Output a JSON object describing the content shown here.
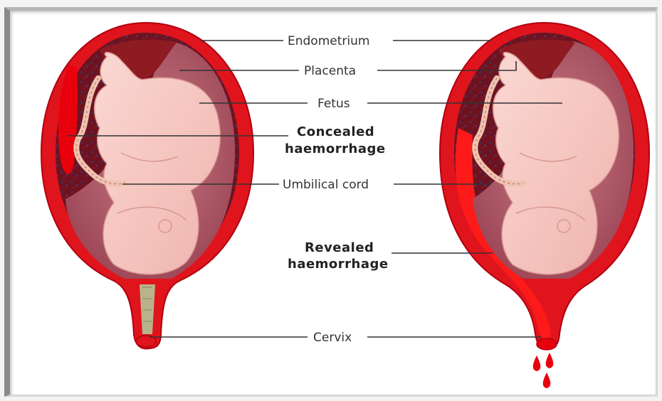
{
  "labels": {
    "endometrium": "Endometrium",
    "placenta": "Placenta",
    "fetus": "Fetus",
    "concealed_line1": "Concealed",
    "concealed_line2": "haemorrhage",
    "umbilical_cord": "Umbilical cord",
    "revealed_line1": "Revealed",
    "revealed_line2": "haemorrhage",
    "cervix": "Cervix"
  },
  "colors": {
    "uterus_wall": "#e0141c",
    "uterus_dark": "#b00010",
    "endometrium_tissue": "#7a1420",
    "amniotic_sac": "#b8606e",
    "fetus_skin": "#f7c9c4",
    "cervix_mucus": "#b9b38a",
    "blood": "#e8000c"
  }
}
